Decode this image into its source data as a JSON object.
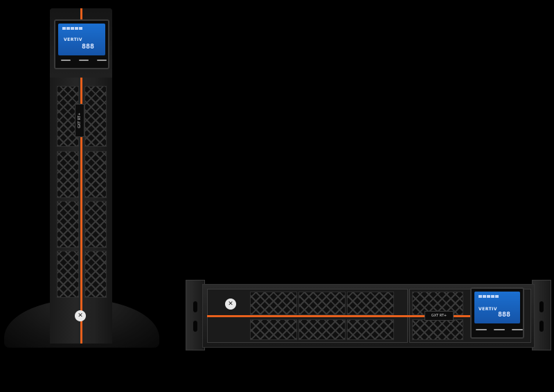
{
  "brand": "VERTIV",
  "model_label": "GXT RT+",
  "lcd": {
    "digits": "888"
  },
  "units": [
    {
      "name": "tower",
      "orientation": "vertical"
    },
    {
      "name": "rack",
      "orientation": "horizontal"
    }
  ],
  "colors": {
    "accent": "#e8601c",
    "lcd": "#1b6fd0",
    "chassis": "#222222",
    "background": "#000000"
  },
  "icons": [
    "vertiv-logo-icon",
    "lcd-display",
    "control-button"
  ]
}
